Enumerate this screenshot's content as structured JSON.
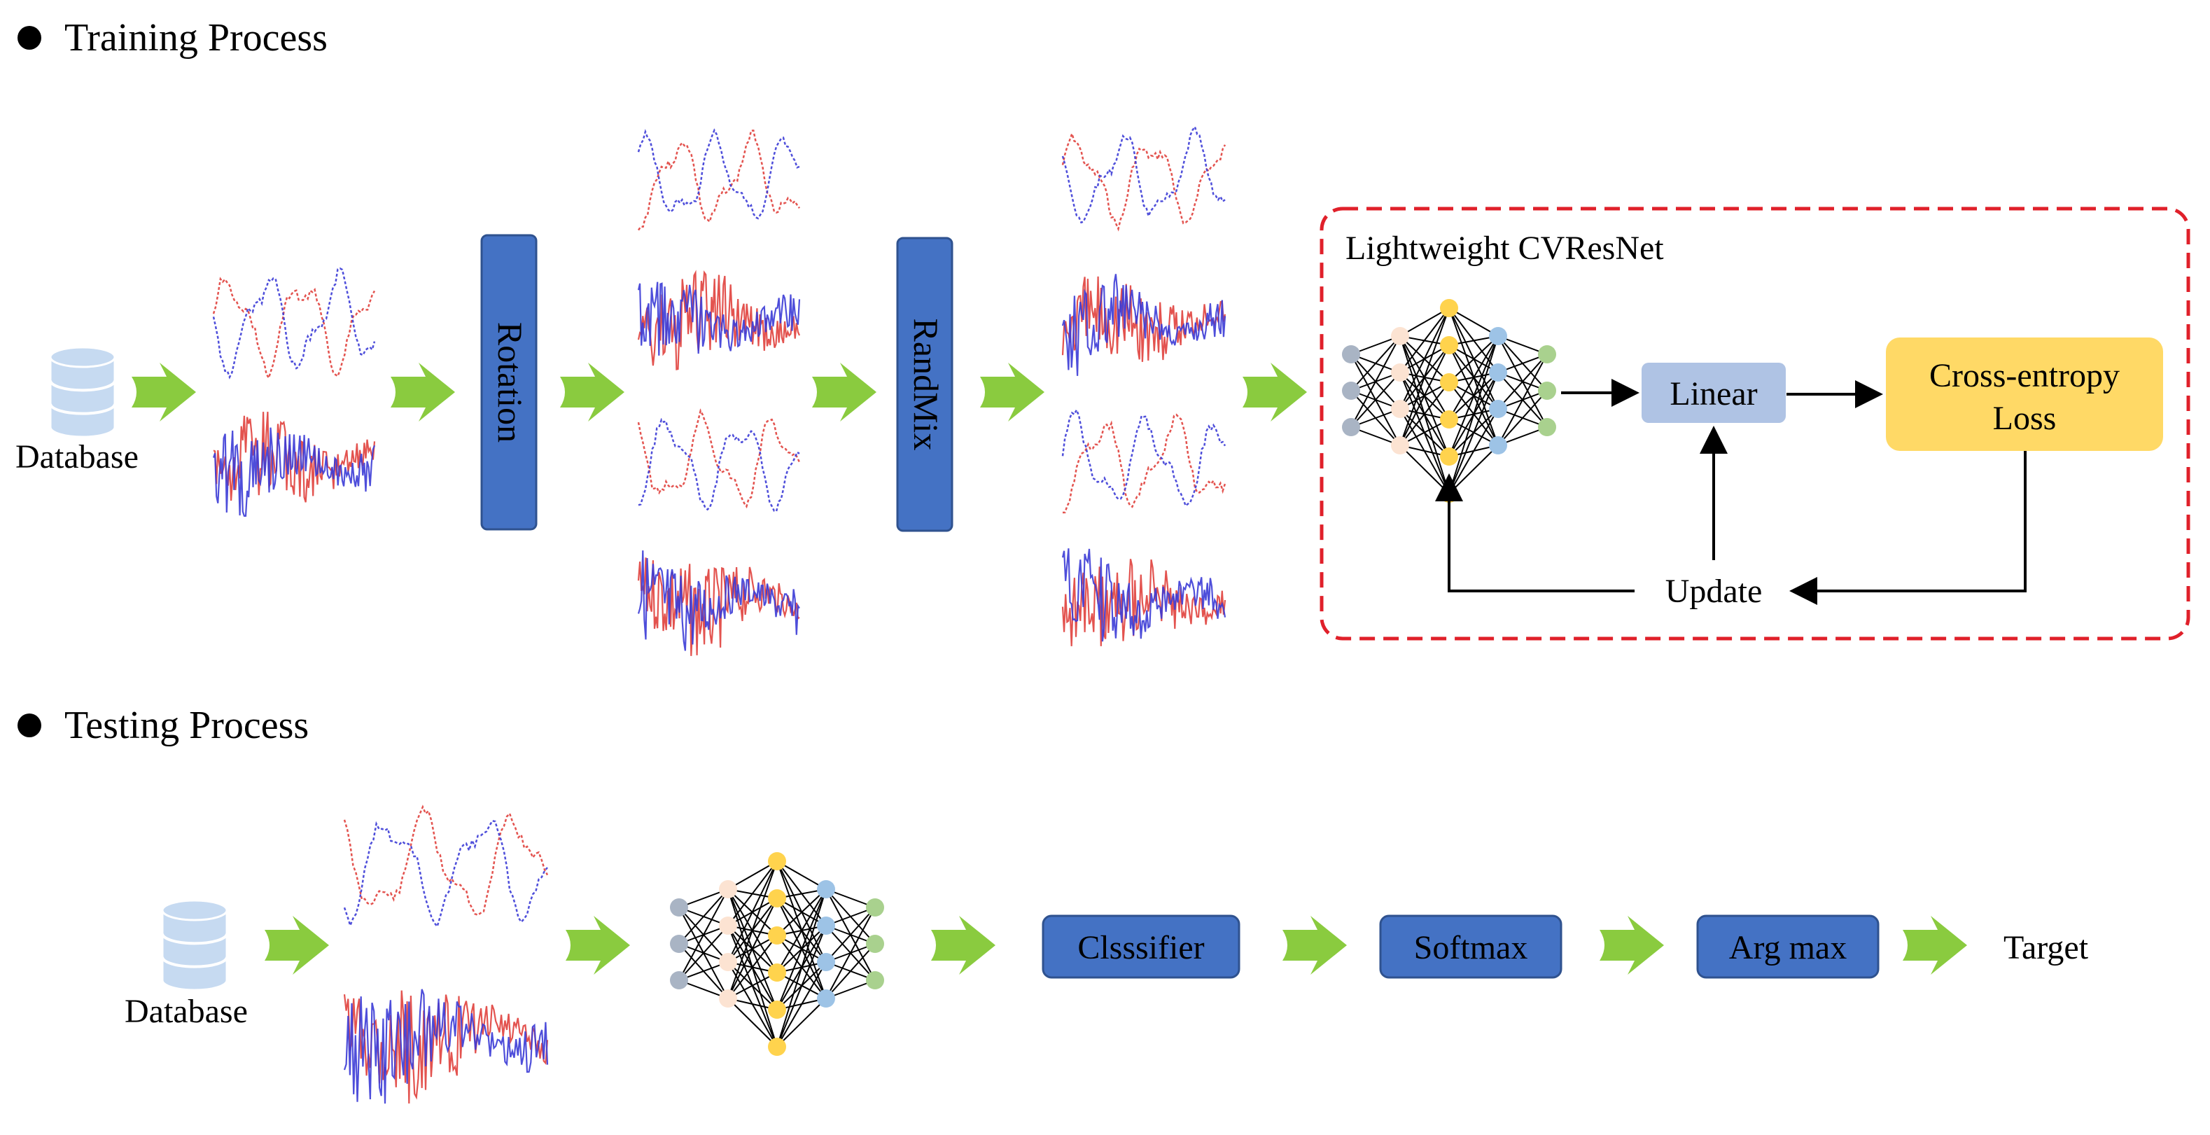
{
  "training": {
    "title": "Training Process",
    "database_label": "Database",
    "rotation_label": "Rotation",
    "randmix_label": "RandMix",
    "model": {
      "title": "Lightweight  CVResNet",
      "linear_label": "Linear",
      "loss_label_line1": "Cross-entropy",
      "loss_label_line2": "Loss",
      "update_label": "Update"
    }
  },
  "testing": {
    "title": "Testing Process",
    "database_label": "Database",
    "classifier_label": "Clsssifier",
    "softmax_label": "Softmax",
    "argmax_label": "Arg max",
    "target_label": "Target"
  },
  "colors": {
    "arrow_green": "#8ACB3F",
    "box_blue": "#4472C4",
    "linear_box": "#AFC3E4",
    "loss_box": "#FFD966",
    "dashed_border": "#E0202A",
    "db_fill": "#C6DAF1",
    "signal_blue": "#3B3BD6",
    "signal_red": "#E0403C",
    "node_gray": "#A9B4C4",
    "node_peach": "#FCE3D2",
    "node_yellow": "#FFD34D",
    "node_blue": "#9DC3E6",
    "node_green": "#A9D18E"
  },
  "icons": [
    "database-icon",
    "neural-network-icon",
    "arrow-right-icon"
  ]
}
